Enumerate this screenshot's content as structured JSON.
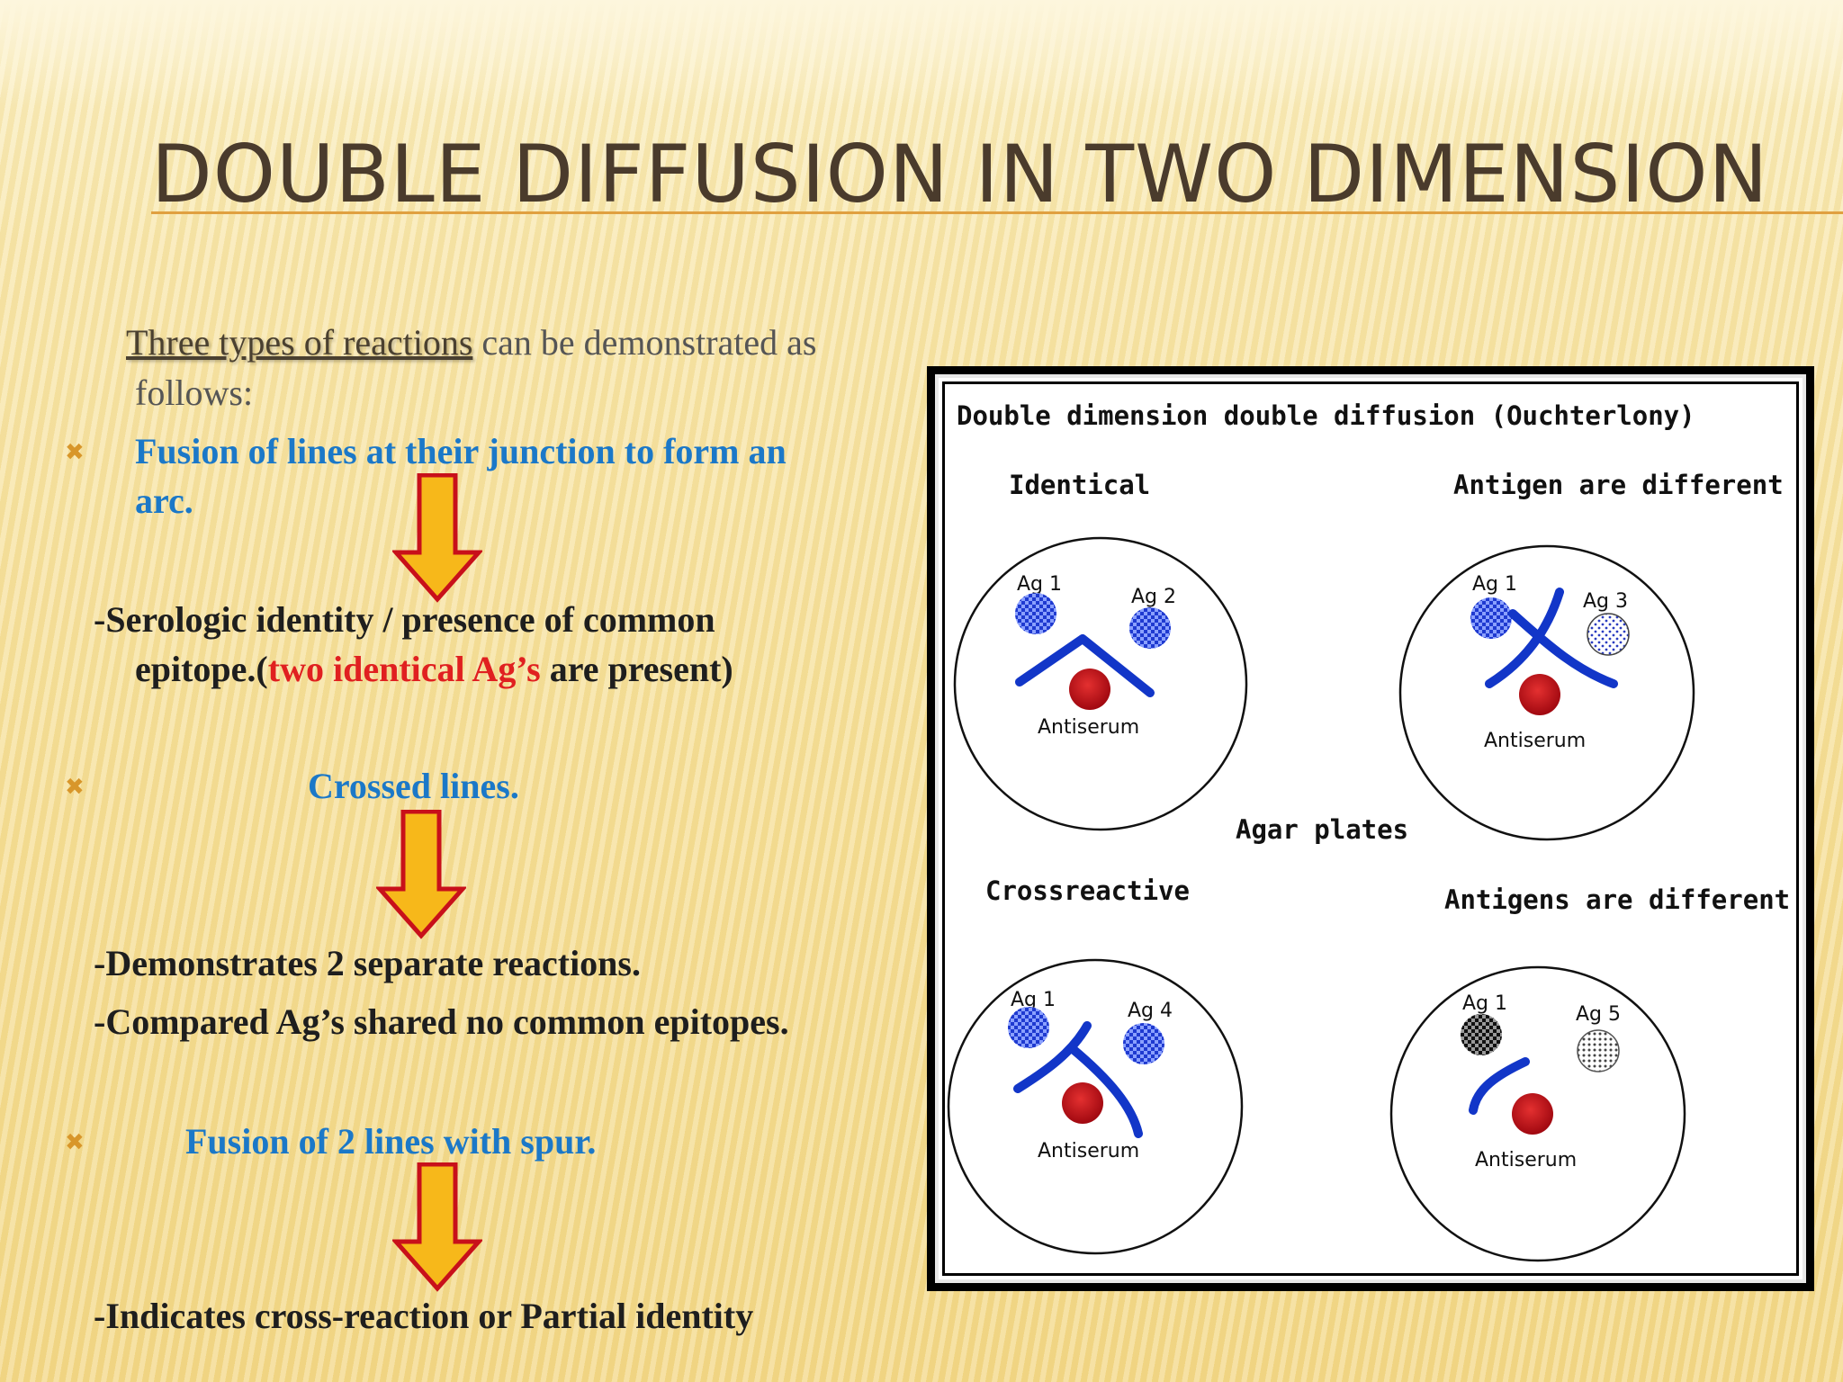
{
  "slide": {
    "title": "DOUBLE DIFFUSION IN TWO DIMENSION",
    "intro": {
      "underlined": "Three types of reactions",
      "rest": " can be demonstrated as",
      "line2": "follows:"
    },
    "reactions": [
      {
        "heading_line1": "Fusion of lines at their junction to form an",
        "heading_line2": "arc.",
        "result_line1": "-Serologic identity / presence of common",
        "result_line2_prefix": "epitope.(",
        "result_line2_red": "two identical Ag’s",
        "result_line2_suffix": " are present)"
      },
      {
        "heading_line1": "Crossed lines.",
        "result_line1": "-Demonstrates 2 separate reactions.",
        "result_line2": "-Compared Ag’s shared no common epitopes."
      },
      {
        "heading_line1": "Fusion of 2 lines with spur.",
        "result_line1": "-Indicates cross-reaction or Partial identity"
      }
    ],
    "figure": {
      "title": "Double dimension double diffusion (Ouchterlony)",
      "center_label": "Agar plates",
      "plates": [
        {
          "label": "Identical",
          "wells": [
            "Ag 1",
            "Ag 2"
          ],
          "center": "Antiserum"
        },
        {
          "label": "Antigen are different",
          "wells": [
            "Ag 1",
            "Ag 3"
          ],
          "center": "Antiserum"
        },
        {
          "label": "Crossreactive",
          "wells": [
            "Ag 1",
            "Ag 4"
          ],
          "center": "Antiserum"
        },
        {
          "label": "Antigens are different",
          "wells": [
            "Ag 1",
            "Ag 5"
          ],
          "center": "Antiserum"
        }
      ]
    },
    "colors": {
      "title": "#4a3b2c",
      "heading_blue": "#1b78c8",
      "highlight_red": "#e02020",
      "bullet": "#d8962a",
      "arrow_fill": "#f7b81a",
      "arrow_stroke": "#c8101a",
      "precipitin_line": "#1236c8",
      "antiserum_well": "#c0141e"
    }
  }
}
